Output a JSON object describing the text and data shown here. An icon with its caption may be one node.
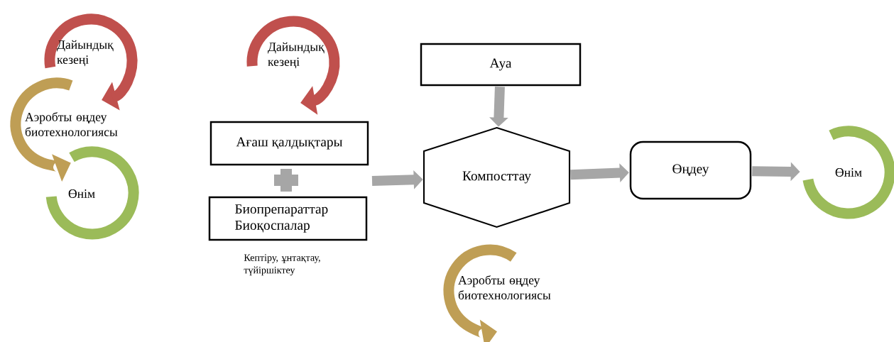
{
  "diagram": {
    "nodes": [
      {
        "text": [
          "Дайындық кезеңі"
        ]
      },
      {
        "text": [
          "Аэробты өңдеу биотехнологиясы"
        ]
      },
      {
        "text": [
          "Өнім"
        ]
      },
      {
        "text": [
          "Дайындық кезеңі"
        ]
      },
      {
        "text": [
          "Ағаш қалдықтары"
        ]
      },
      {
        "text": [
          "Биопрепараттар Биоқоспалар"
        ],
        "beside": [
          "Кептіру, ұнтақтау, түйіршіктеу"
        ]
      },
      {
        "text": [
          "Ауа"
        ]
      },
      {
        "text": [
          "Компосттау"
        ]
      },
      {
        "text": [
          "Өңдеу"
        ]
      },
      {
        "text": [
          "Өнім"
        ]
      },
      {
        "text": [
          "Аэробты өңдеу биотехнологиясы"
        ]
      }
    ],
    "edges": [
      {
        "from": null,
        "to": 7,
        "arrow": "to"
      },
      {
        "from": 6,
        "to": 7,
        "arrow": "to"
      },
      {
        "from": 7,
        "to": 8,
        "arrow": "to"
      },
      {
        "from": 8,
        "to": 9,
        "arrow": "to"
      }
    ]
  }
}
